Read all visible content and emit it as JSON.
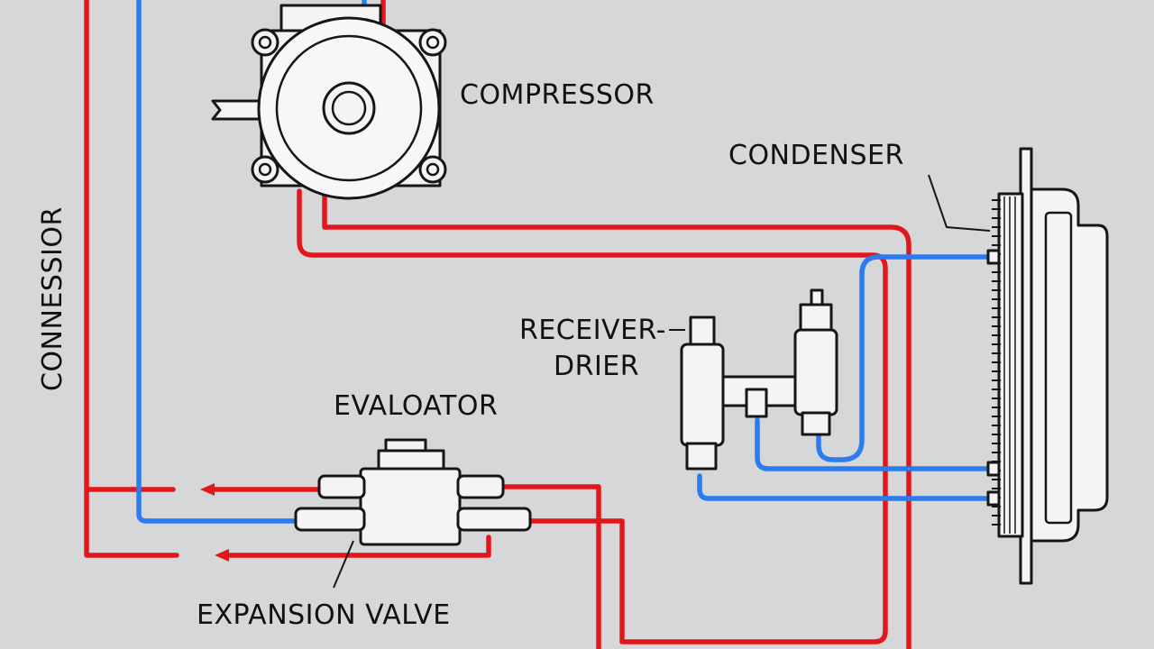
{
  "colors": {
    "background": "#d6d7d9",
    "hot_line": "#e3161b",
    "cold_line": "#2a7cf0",
    "outline": "#161616",
    "component_fill": "#f4f4f4"
  },
  "labels": {
    "compressor": "COMPRESSOR",
    "condenser": "CONDENSER",
    "receiver_line1": "RECEIVER-",
    "receiver_line2": "DRIER",
    "evaporator": "EVALOATOR",
    "expansion_valve": "EXPANSION VALVE",
    "vertical": "CONNESSIOR"
  },
  "icons": {
    "compressor": "compressor-icon",
    "condenser": "condenser-icon",
    "receiver_drier": "receiver-drier-icon",
    "evaporator": "evaporator-icon",
    "expansion_valve": "expansion-valve-icon"
  }
}
